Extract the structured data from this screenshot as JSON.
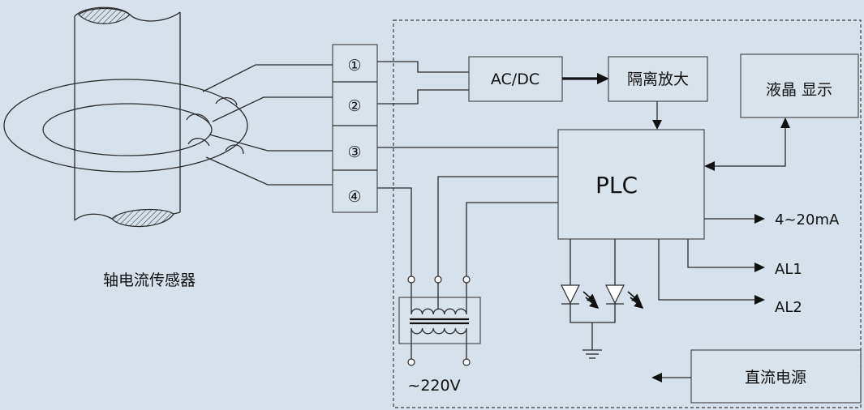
{
  "sensor": {
    "label": "轴电流传感器"
  },
  "terminals": [
    "①",
    "②",
    "③",
    "④"
  ],
  "blocks": {
    "acdc": "AC/DC",
    "isolation_amp": "隔离放大",
    "lcd": "液晶 显示",
    "plc": "PLC",
    "dc_power": "直流电源"
  },
  "outputs": {
    "analog": "4~20mA",
    "alarm1": "AL1",
    "alarm2": "AL2"
  },
  "transformer": {
    "voltage": "~220V"
  },
  "colors": {
    "background": "#d6e1eb",
    "line": "#2b2b2b",
    "box_fill": "#d9e3ec"
  }
}
